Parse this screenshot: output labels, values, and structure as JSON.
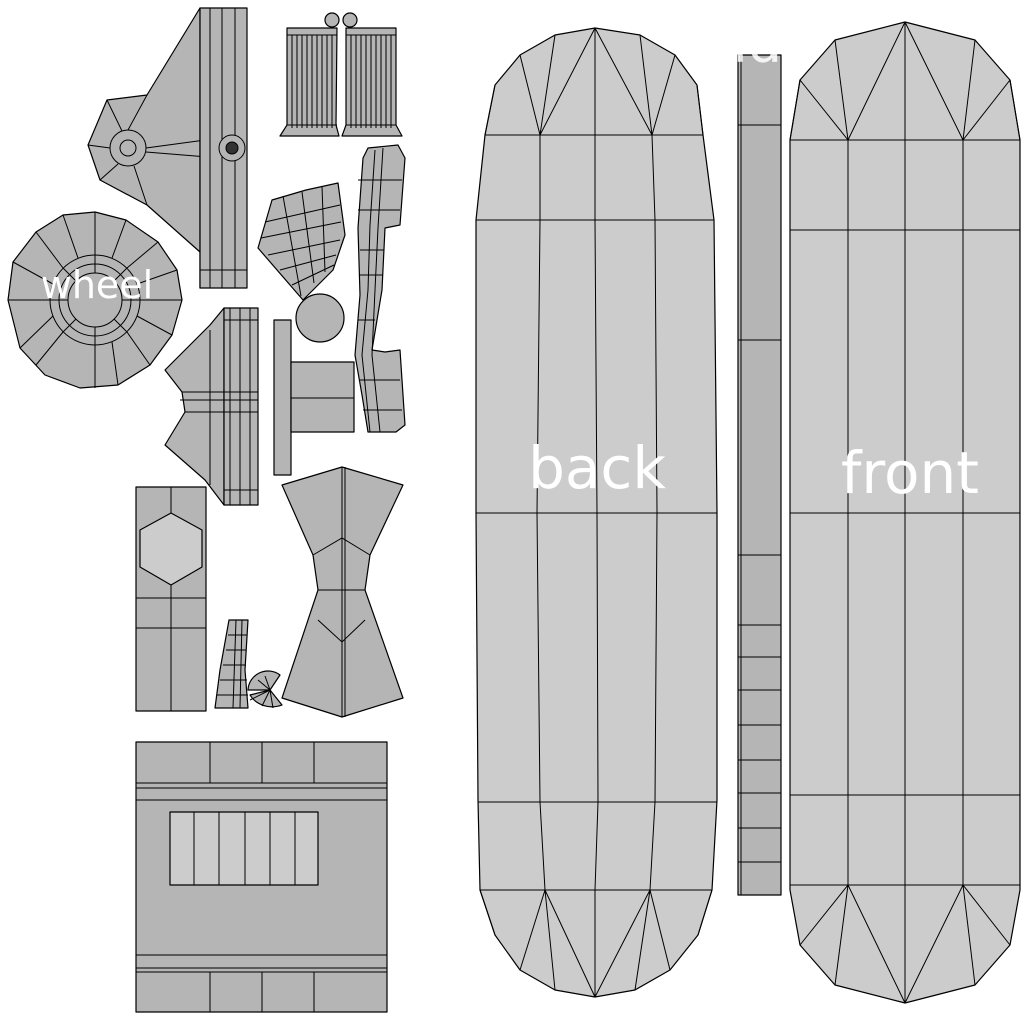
{
  "labels": {
    "wheel": "wheel",
    "side": "side",
    "back": "back",
    "front": "front"
  },
  "colors": {
    "background": "#ffffff",
    "island_light": "#cccccc",
    "island_mid": "#b5b5b5",
    "edges": "#000000",
    "label_text": "#ffffff"
  }
}
